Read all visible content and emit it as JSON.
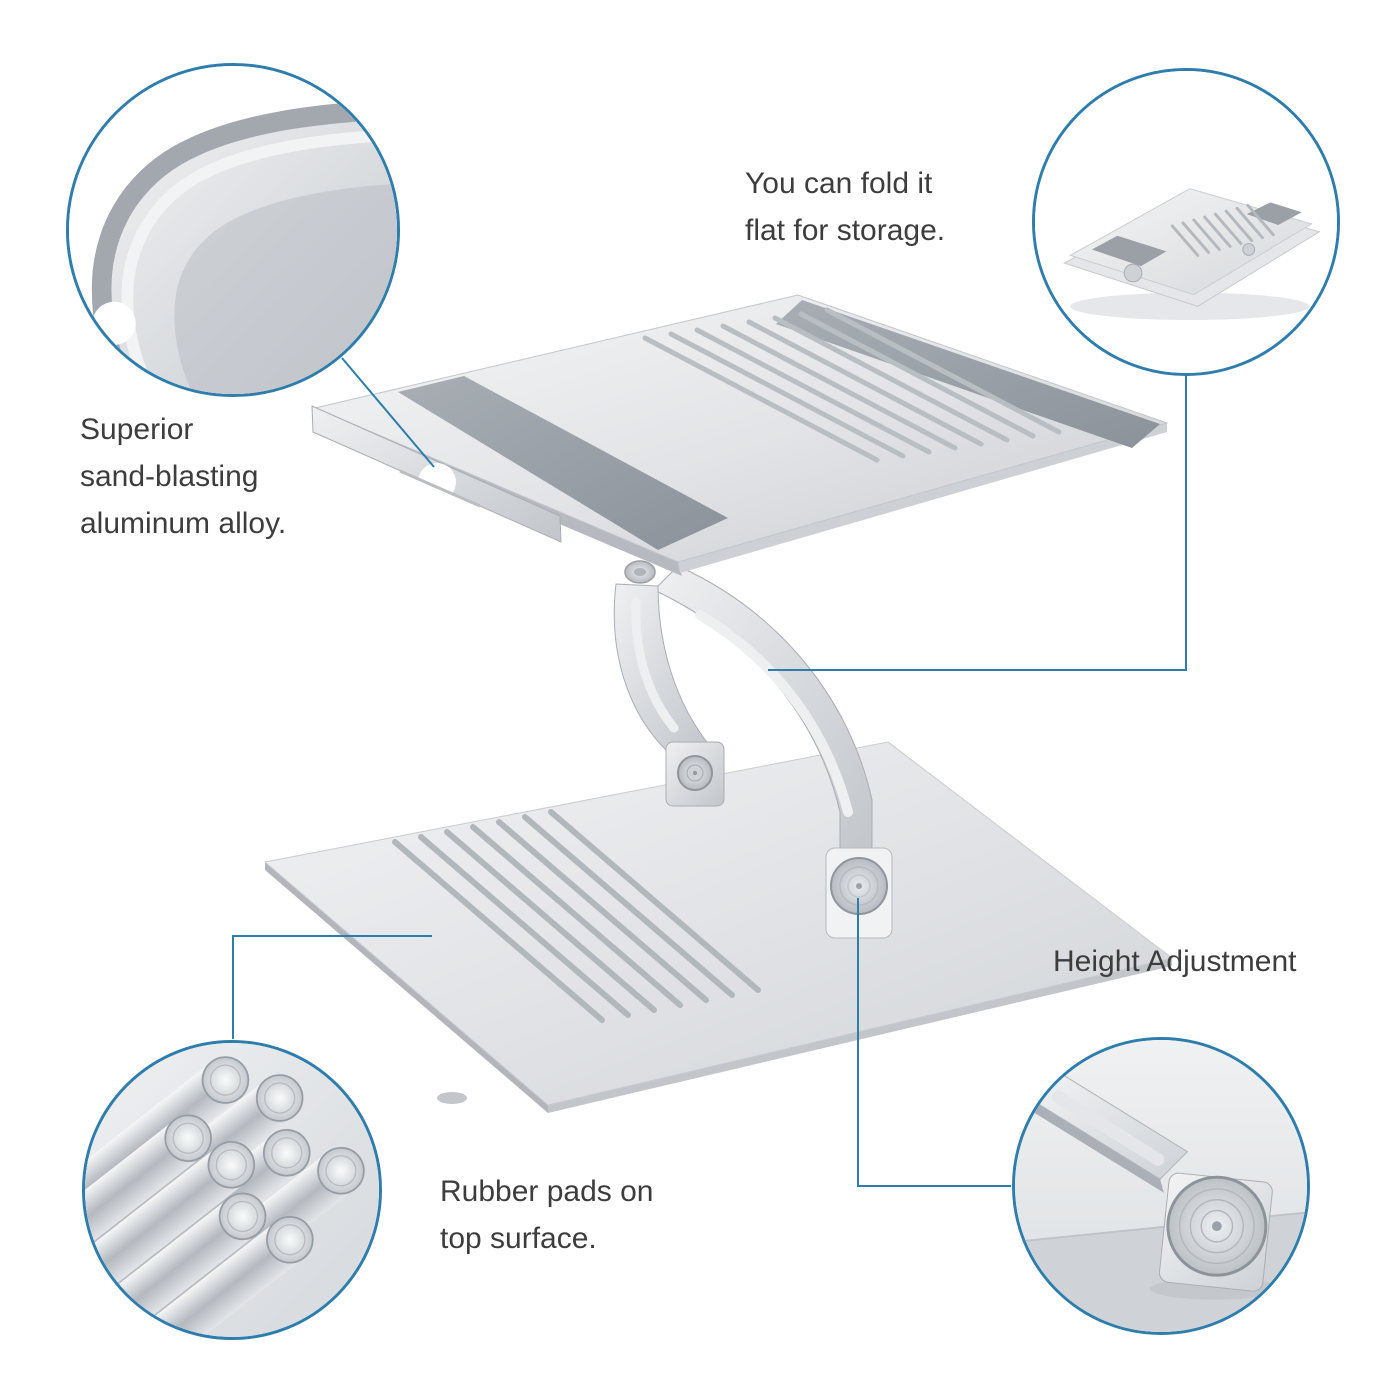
{
  "colors": {
    "accent": "#2e7dac",
    "text": "#3d3d3d",
    "background": "#ffffff",
    "metal_light": "#f2f3f5",
    "metal_dark": "#c9ccd0",
    "rubber_strip": "#9aa0a6"
  },
  "annotations": {
    "fold": {
      "lines": [
        "You can fold it",
        "flat for storage."
      ]
    },
    "material": {
      "lines": [
        "Superior",
        "sand-blasting",
        "aluminum alloy."
      ]
    },
    "height_adjustment": {
      "lines": [
        "Height Adjustment"
      ]
    },
    "rubber_pads": {
      "lines": [
        "Rubber pads on",
        "top surface."
      ]
    }
  },
  "callouts": {
    "corner_detail": {
      "image": "stand-corner-closeup-photo"
    },
    "folded_flat": {
      "image": "stand-folded-flat-photo"
    },
    "aluminum_rods": {
      "image": "aluminum-alloy-rods-photo"
    },
    "hinge_detail": {
      "image": "height-adjustment-hinge-closeup-photo"
    }
  }
}
